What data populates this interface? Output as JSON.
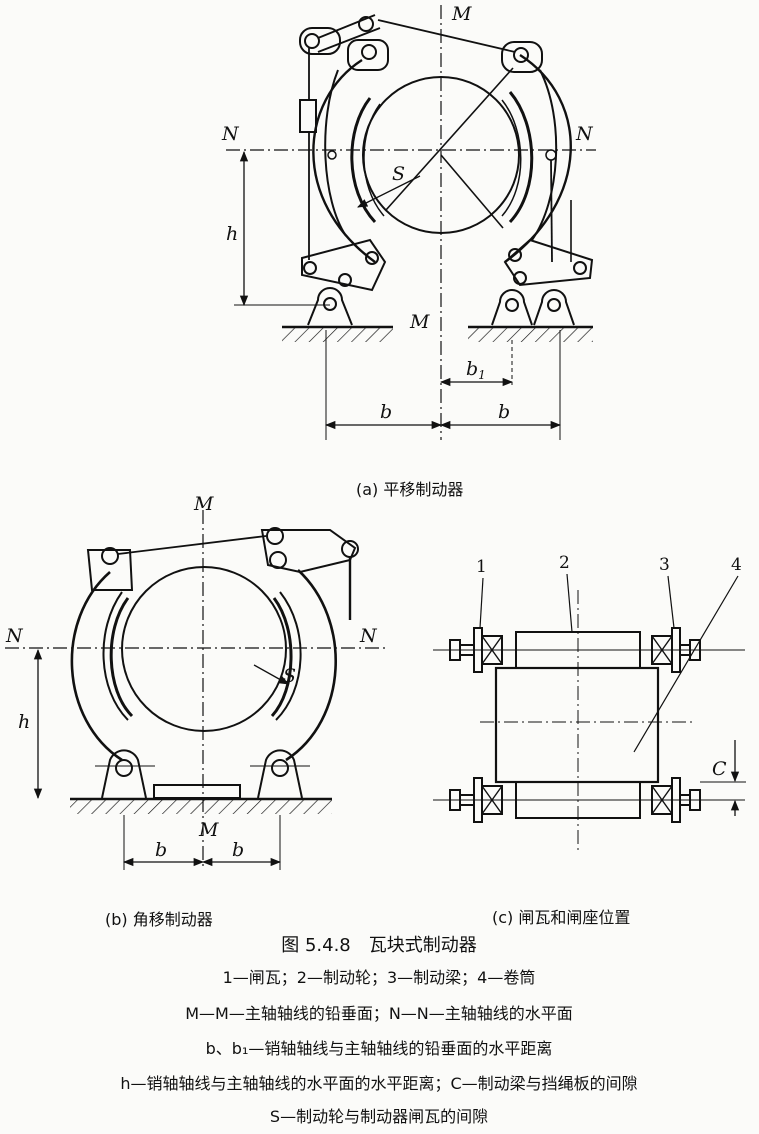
{
  "fig_a": {
    "label_M_top": "M",
    "label_M_bottom": "M",
    "label_N_left": "N",
    "label_N_right": "N",
    "label_S": "S",
    "label_h": "h",
    "label_b_left": "b",
    "label_b_right": "b",
    "label_b1": "b",
    "label_b1_sub": "1",
    "caption": "(a) 平移制动器"
  },
  "fig_b": {
    "label_M_top": "M",
    "label_M_bottom": "M",
    "label_N_left": "N",
    "label_N_right": "N",
    "label_S": "S",
    "label_h": "h",
    "label_b_left": "b",
    "label_b_right": "b",
    "caption": "(b) 角移制动器"
  },
  "fig_c": {
    "num_1": "1",
    "num_2": "2",
    "num_3": "3",
    "num_4": "4",
    "label_C": "C",
    "caption": "(c) 闸瓦和闸座位置"
  },
  "figure_title": "图 5.4.8　瓦块式制动器",
  "legend": [
    "1—闸瓦；2—制动轮；3—制动梁；4—卷筒",
    "M—M—主轴轴线的铅垂面；N—N—主轴轴线的水平面",
    "b、b₁—销轴轴线与主轴轴线的铅垂面的水平距离",
    "h—销轴轴线与主轴轴线的水平面的水平距离；C—制动梁与挡绳板的间隙",
    "S—制动轮与制动器闸瓦的间隙"
  ]
}
